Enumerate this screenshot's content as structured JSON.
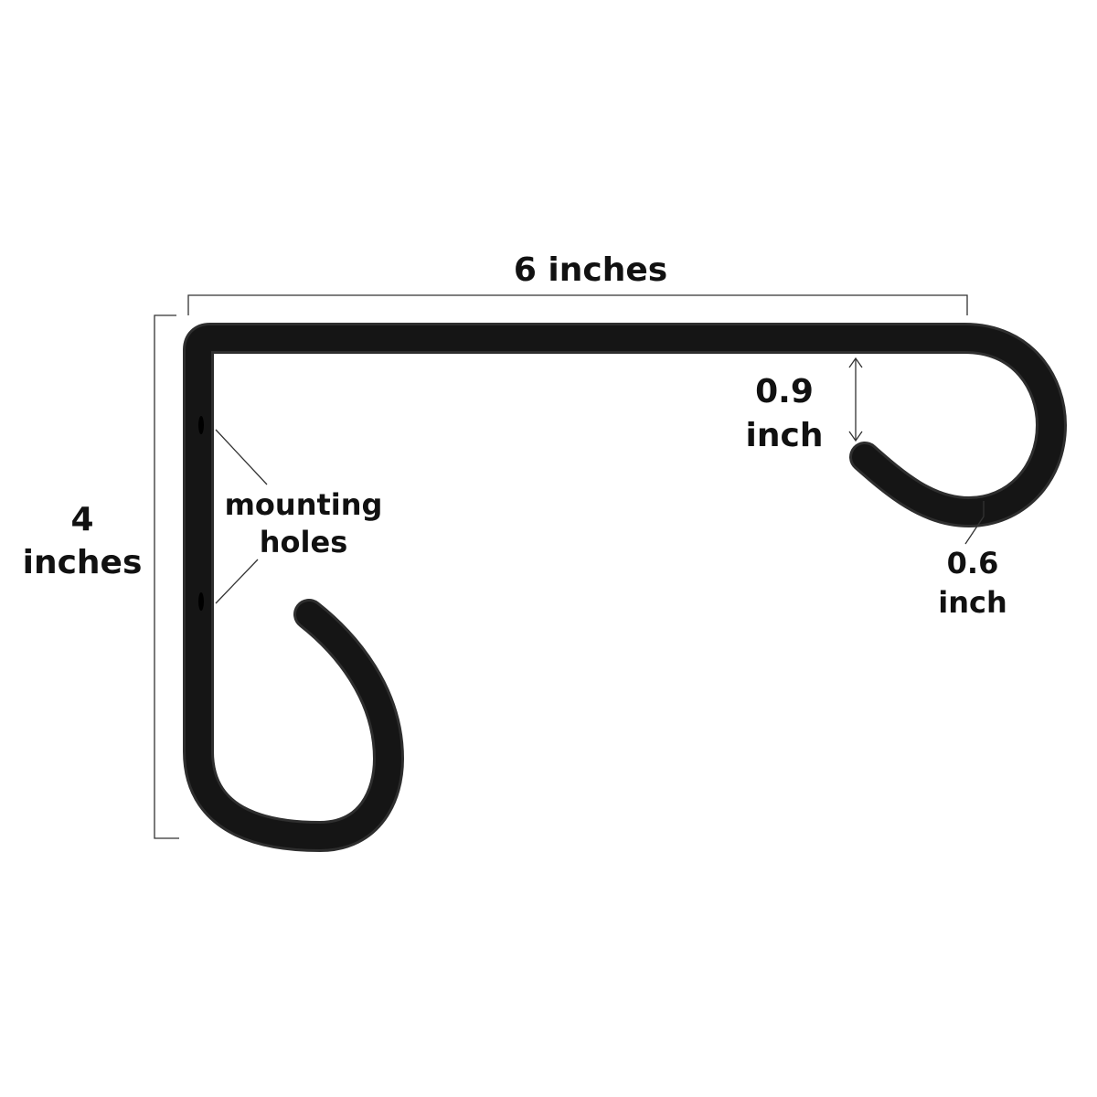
{
  "labels": {
    "width": "6 inches",
    "height_value": "4",
    "height_unit": "inches",
    "mounting_line1": "mounting",
    "mounting_line2": "holes",
    "gap_value": "0.9",
    "gap_unit": "inch",
    "thickness_value": "0.6",
    "thickness_unit": "inch"
  },
  "colors": {
    "bracket": "#151515",
    "bracket_edge": "#2e2e2e",
    "dimension_line": "#333333",
    "text": "#111111",
    "background": "#ffffff"
  }
}
